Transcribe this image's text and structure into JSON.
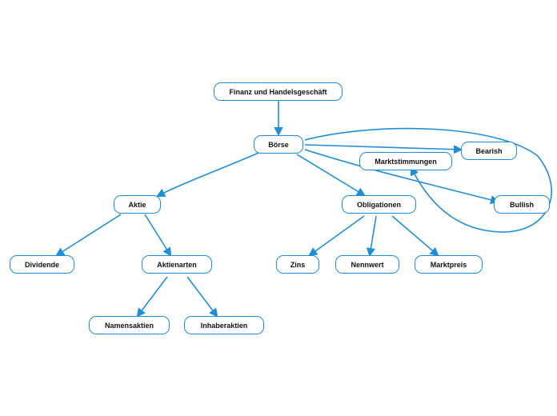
{
  "colors": {
    "edge": "#1e8fd6",
    "node_border": "#1e8fd6",
    "text": "#111111"
  },
  "nodes": {
    "root": "Finanz und Handelsgeschäft",
    "boerse": "Börse",
    "bearish": "Bearish",
    "marktstimmungen": "Marktstimmungen",
    "bullish": "Bullish",
    "aktie": "Aktie",
    "obligationen": "Obligationen",
    "dividende": "Dividende",
    "aktienarten": "Aktienarten",
    "zins": "Zins",
    "nennwert": "Nennwert",
    "marktpreis": "Marktpreis",
    "namensaktien": "Namensaktien",
    "inhaberaktien": "Inhaberaktien"
  }
}
